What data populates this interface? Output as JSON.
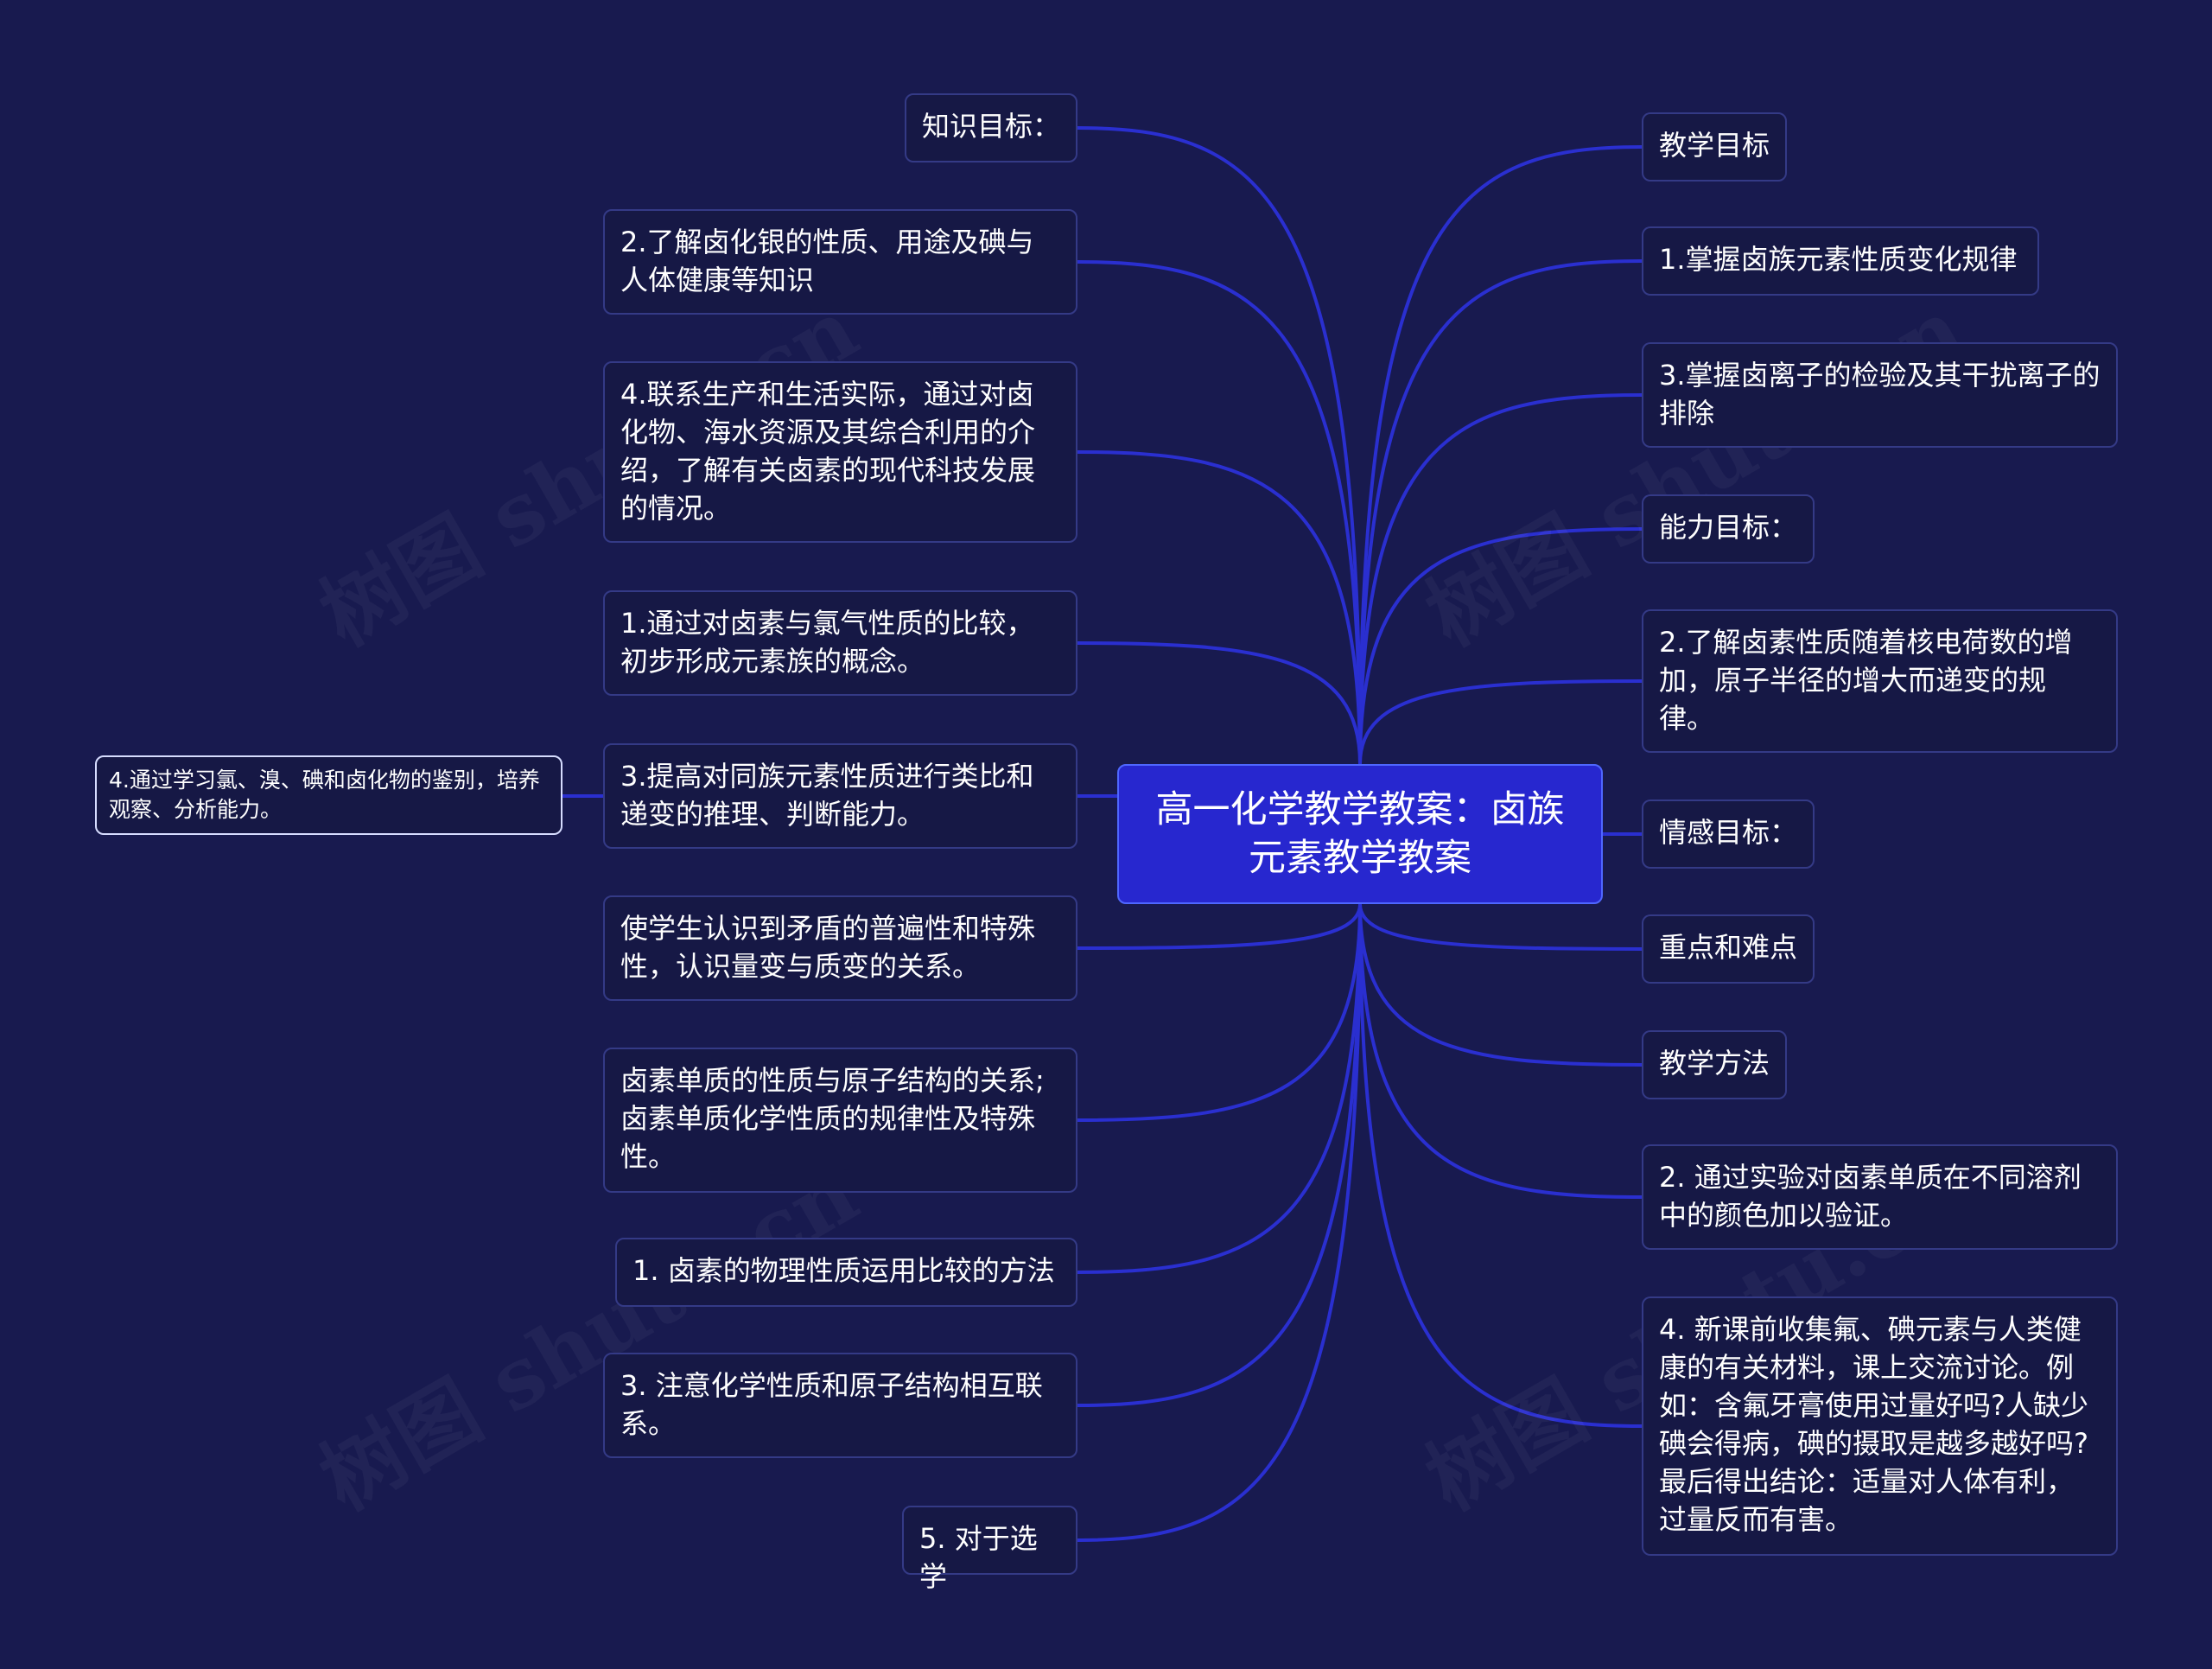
{
  "mindmap": {
    "root": "高一化学教学教案：卤族元素教学教案",
    "left_nodes": [
      "知识目标：",
      "  2.了解卤化银的性质、用途及碘与人体健康等知识",
      "  4.联系生产和生活实际，通过对卤化物、海水资源及其综合利用的介绍，了解有关卤素的现代科技发展的情况。",
      "  1.通过对卤素与氯气性质的比较，初步形成元素族的概念。",
      "3.提高对同族元素性质进行类比和递变的推理、判断能力。",
      "  使学生认识到矛盾的普遍性和特殊性，认识量变与质变的关系。",
      "卤素单质的性质与原子结构的关系;卤素单质化学性质的规律性及特殊性。",
      "1. 卤素的物理性质运用比较的方法",
      "3. 注意化学性质和原子结构相互联系。",
      "5. 对于选学"
    ],
    "sub_node": " 4.通过学习氯、溴、碘和卤化物的鉴别，培养观察、分析能力。",
    "right_nodes": [
      "教学目标",
      "1.掌握卤族元素性质变化规律",
      "  3.掌握卤离子的检验及其干扰离子的排除",
      "能力目标：",
      "2.了解卤素性质随着核电荷数的增加，原子半径的增大而递变的规律。",
      "情感目标：",
      "重点和难点",
      "教学方法",
      "2. 通过实验对卤素单质在不同溶剂中的颜色加以验证。",
      "4. 新课前收集氟、碘元素与人类健康的有关材料，课上交流讨论。例如：含氟牙膏使用过量好吗?人缺少碘会得病，碘的摄取是越多越好吗?最后得出结论：适量对人体有利，过量反而有害。"
    ],
    "watermark": "树图 shutu.cn"
  },
  "colors": {
    "background": "#181a4f",
    "root_fill": "#2727cf",
    "node_fill": "#161845",
    "node_border": "#343a86",
    "connector": "#2a2fd0"
  }
}
